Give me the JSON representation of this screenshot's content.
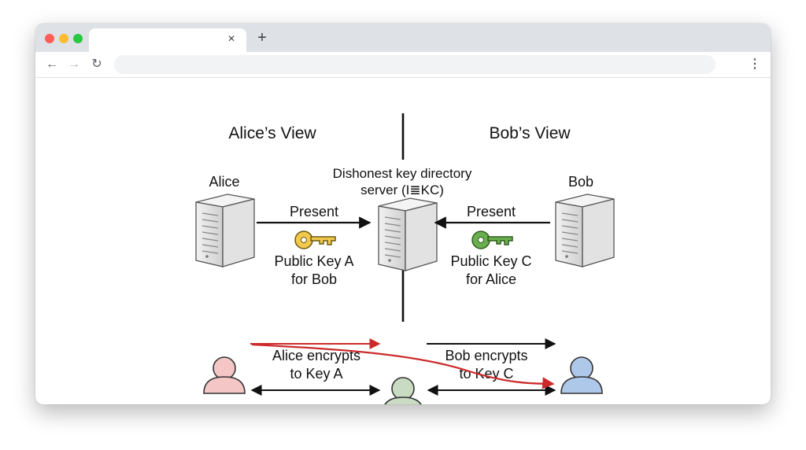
{
  "browser": {
    "tab_close_glyph": "×",
    "new_tab_glyph": "+",
    "back_glyph": "←",
    "forward_glyph": "→",
    "reload_glyph": "↻",
    "menu_glyph": "⋮",
    "address": ""
  },
  "diagram": {
    "left_header": "Alice’s View",
    "right_header": "Bob’s View",
    "alice_label": "Alice",
    "bob_label": "Bob",
    "server_label_line1": "Dishonest key directory",
    "server_label_line2": "server (I≣KC)",
    "present_left": "Present",
    "present_right": "Present",
    "key_a_line1": "Public Key A",
    "key_a_line2": "for Bob",
    "key_c_line1": "Public Key C",
    "key_c_line2": "for Alice",
    "alice_encrypts_line1": "Alice encrypts",
    "alice_encrypts_line2": "to Key A",
    "bob_encrypts_line1": "Bob encrypts",
    "bob_encrypts_line2": "to Key C",
    "colors": {
      "key_a": "#f2c94c",
      "key_c": "#6aaf4f",
      "alice_person": "#f4c6c6",
      "middle_person": "#c9dcc3",
      "bob_person": "#aec8ea",
      "red_arrow": "#cc2a2a"
    }
  }
}
